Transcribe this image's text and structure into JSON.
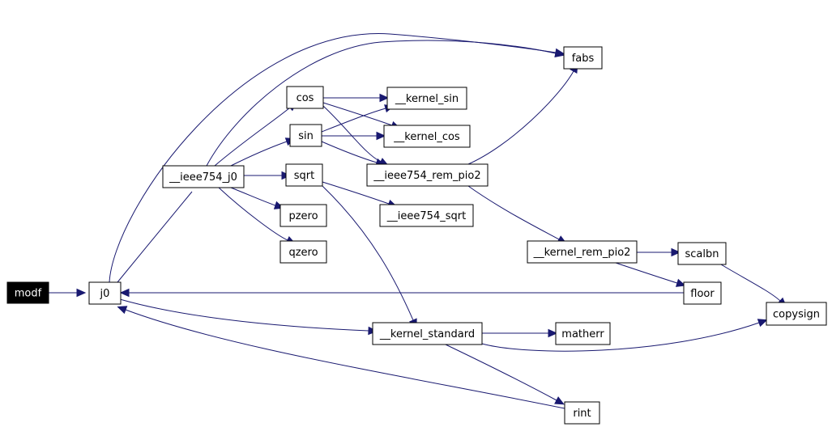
{
  "graph": {
    "colors": {
      "edge": "#191970",
      "node_border": "#000000",
      "active_fill": "#000000",
      "active_text": "#ffffff"
    },
    "nodes": [
      {
        "id": "modf",
        "label": "modf",
        "active": true
      },
      {
        "id": "j0",
        "label": "j0"
      },
      {
        "id": "ieee754_j0",
        "label": "__ieee754_j0"
      },
      {
        "id": "cos",
        "label": "cos"
      },
      {
        "id": "sin",
        "label": "sin"
      },
      {
        "id": "sqrt",
        "label": "sqrt"
      },
      {
        "id": "pzero",
        "label": "pzero"
      },
      {
        "id": "qzero",
        "label": "qzero"
      },
      {
        "id": "kernel_sin",
        "label": "__kernel_sin"
      },
      {
        "id": "kernel_cos",
        "label": "__kernel_cos"
      },
      {
        "id": "ieee754_rem_pio2",
        "label": "__ieee754_rem_pio2"
      },
      {
        "id": "ieee754_sqrt",
        "label": "__ieee754_sqrt"
      },
      {
        "id": "kernel_standard",
        "label": "__kernel_standard"
      },
      {
        "id": "fabs",
        "label": "fabs"
      },
      {
        "id": "kernel_rem_pio2",
        "label": "__kernel_rem_pio2"
      },
      {
        "id": "scalbn",
        "label": "scalbn"
      },
      {
        "id": "floor",
        "label": "floor"
      },
      {
        "id": "copysign",
        "label": "copysign"
      },
      {
        "id": "matherr",
        "label": "matherr"
      },
      {
        "id": "rint",
        "label": "rint"
      }
    ],
    "edges": [
      {
        "from": "modf",
        "to": "j0"
      },
      {
        "from": "j0",
        "to": "ieee754_j0"
      },
      {
        "from": "j0",
        "to": "fabs"
      },
      {
        "from": "j0",
        "to": "kernel_standard"
      },
      {
        "from": "ieee754_j0",
        "to": "fabs"
      },
      {
        "from": "ieee754_j0",
        "to": "cos"
      },
      {
        "from": "ieee754_j0",
        "to": "sin"
      },
      {
        "from": "ieee754_j0",
        "to": "sqrt"
      },
      {
        "from": "ieee754_j0",
        "to": "pzero"
      },
      {
        "from": "ieee754_j0",
        "to": "qzero"
      },
      {
        "from": "cos",
        "to": "kernel_sin"
      },
      {
        "from": "cos",
        "to": "kernel_cos"
      },
      {
        "from": "cos",
        "to": "ieee754_rem_pio2"
      },
      {
        "from": "sin",
        "to": "kernel_sin"
      },
      {
        "from": "sin",
        "to": "kernel_cos"
      },
      {
        "from": "sin",
        "to": "ieee754_rem_pio2"
      },
      {
        "from": "sqrt",
        "to": "ieee754_sqrt"
      },
      {
        "from": "sqrt",
        "to": "kernel_standard"
      },
      {
        "from": "ieee754_rem_pio2",
        "to": "fabs"
      },
      {
        "from": "ieee754_rem_pio2",
        "to": "kernel_rem_pio2"
      },
      {
        "from": "kernel_rem_pio2",
        "to": "scalbn"
      },
      {
        "from": "kernel_rem_pio2",
        "to": "floor"
      },
      {
        "from": "floor",
        "to": "j0"
      },
      {
        "from": "scalbn",
        "to": "copysign"
      },
      {
        "from": "kernel_standard",
        "to": "matherr"
      },
      {
        "from": "kernel_standard",
        "to": "rint"
      },
      {
        "from": "kernel_standard",
        "to": "copysign"
      },
      {
        "from": "rint",
        "to": "j0"
      }
    ]
  }
}
